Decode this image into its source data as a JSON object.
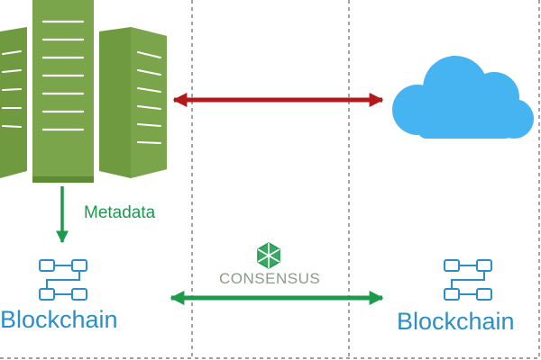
{
  "labels": {
    "metadata": "Metadata",
    "consensus": "CONSENSUS",
    "blockchain_left": "Blockchain",
    "blockchain_right": "Blockchain"
  },
  "icons": {
    "servers": "server-rack-icon",
    "cloud": "cloud-icon",
    "consensus": "cube-network-icon",
    "blockchain": "linked-blocks-icon"
  },
  "colors": {
    "server_green": "#6f9a3f",
    "cloud_blue": "#46b4f0",
    "red_arrow": "#b2191b",
    "green_arrow": "#1e9a4c",
    "blockchain_blue": "#2a8fc8",
    "divider_gray": "#666666"
  }
}
